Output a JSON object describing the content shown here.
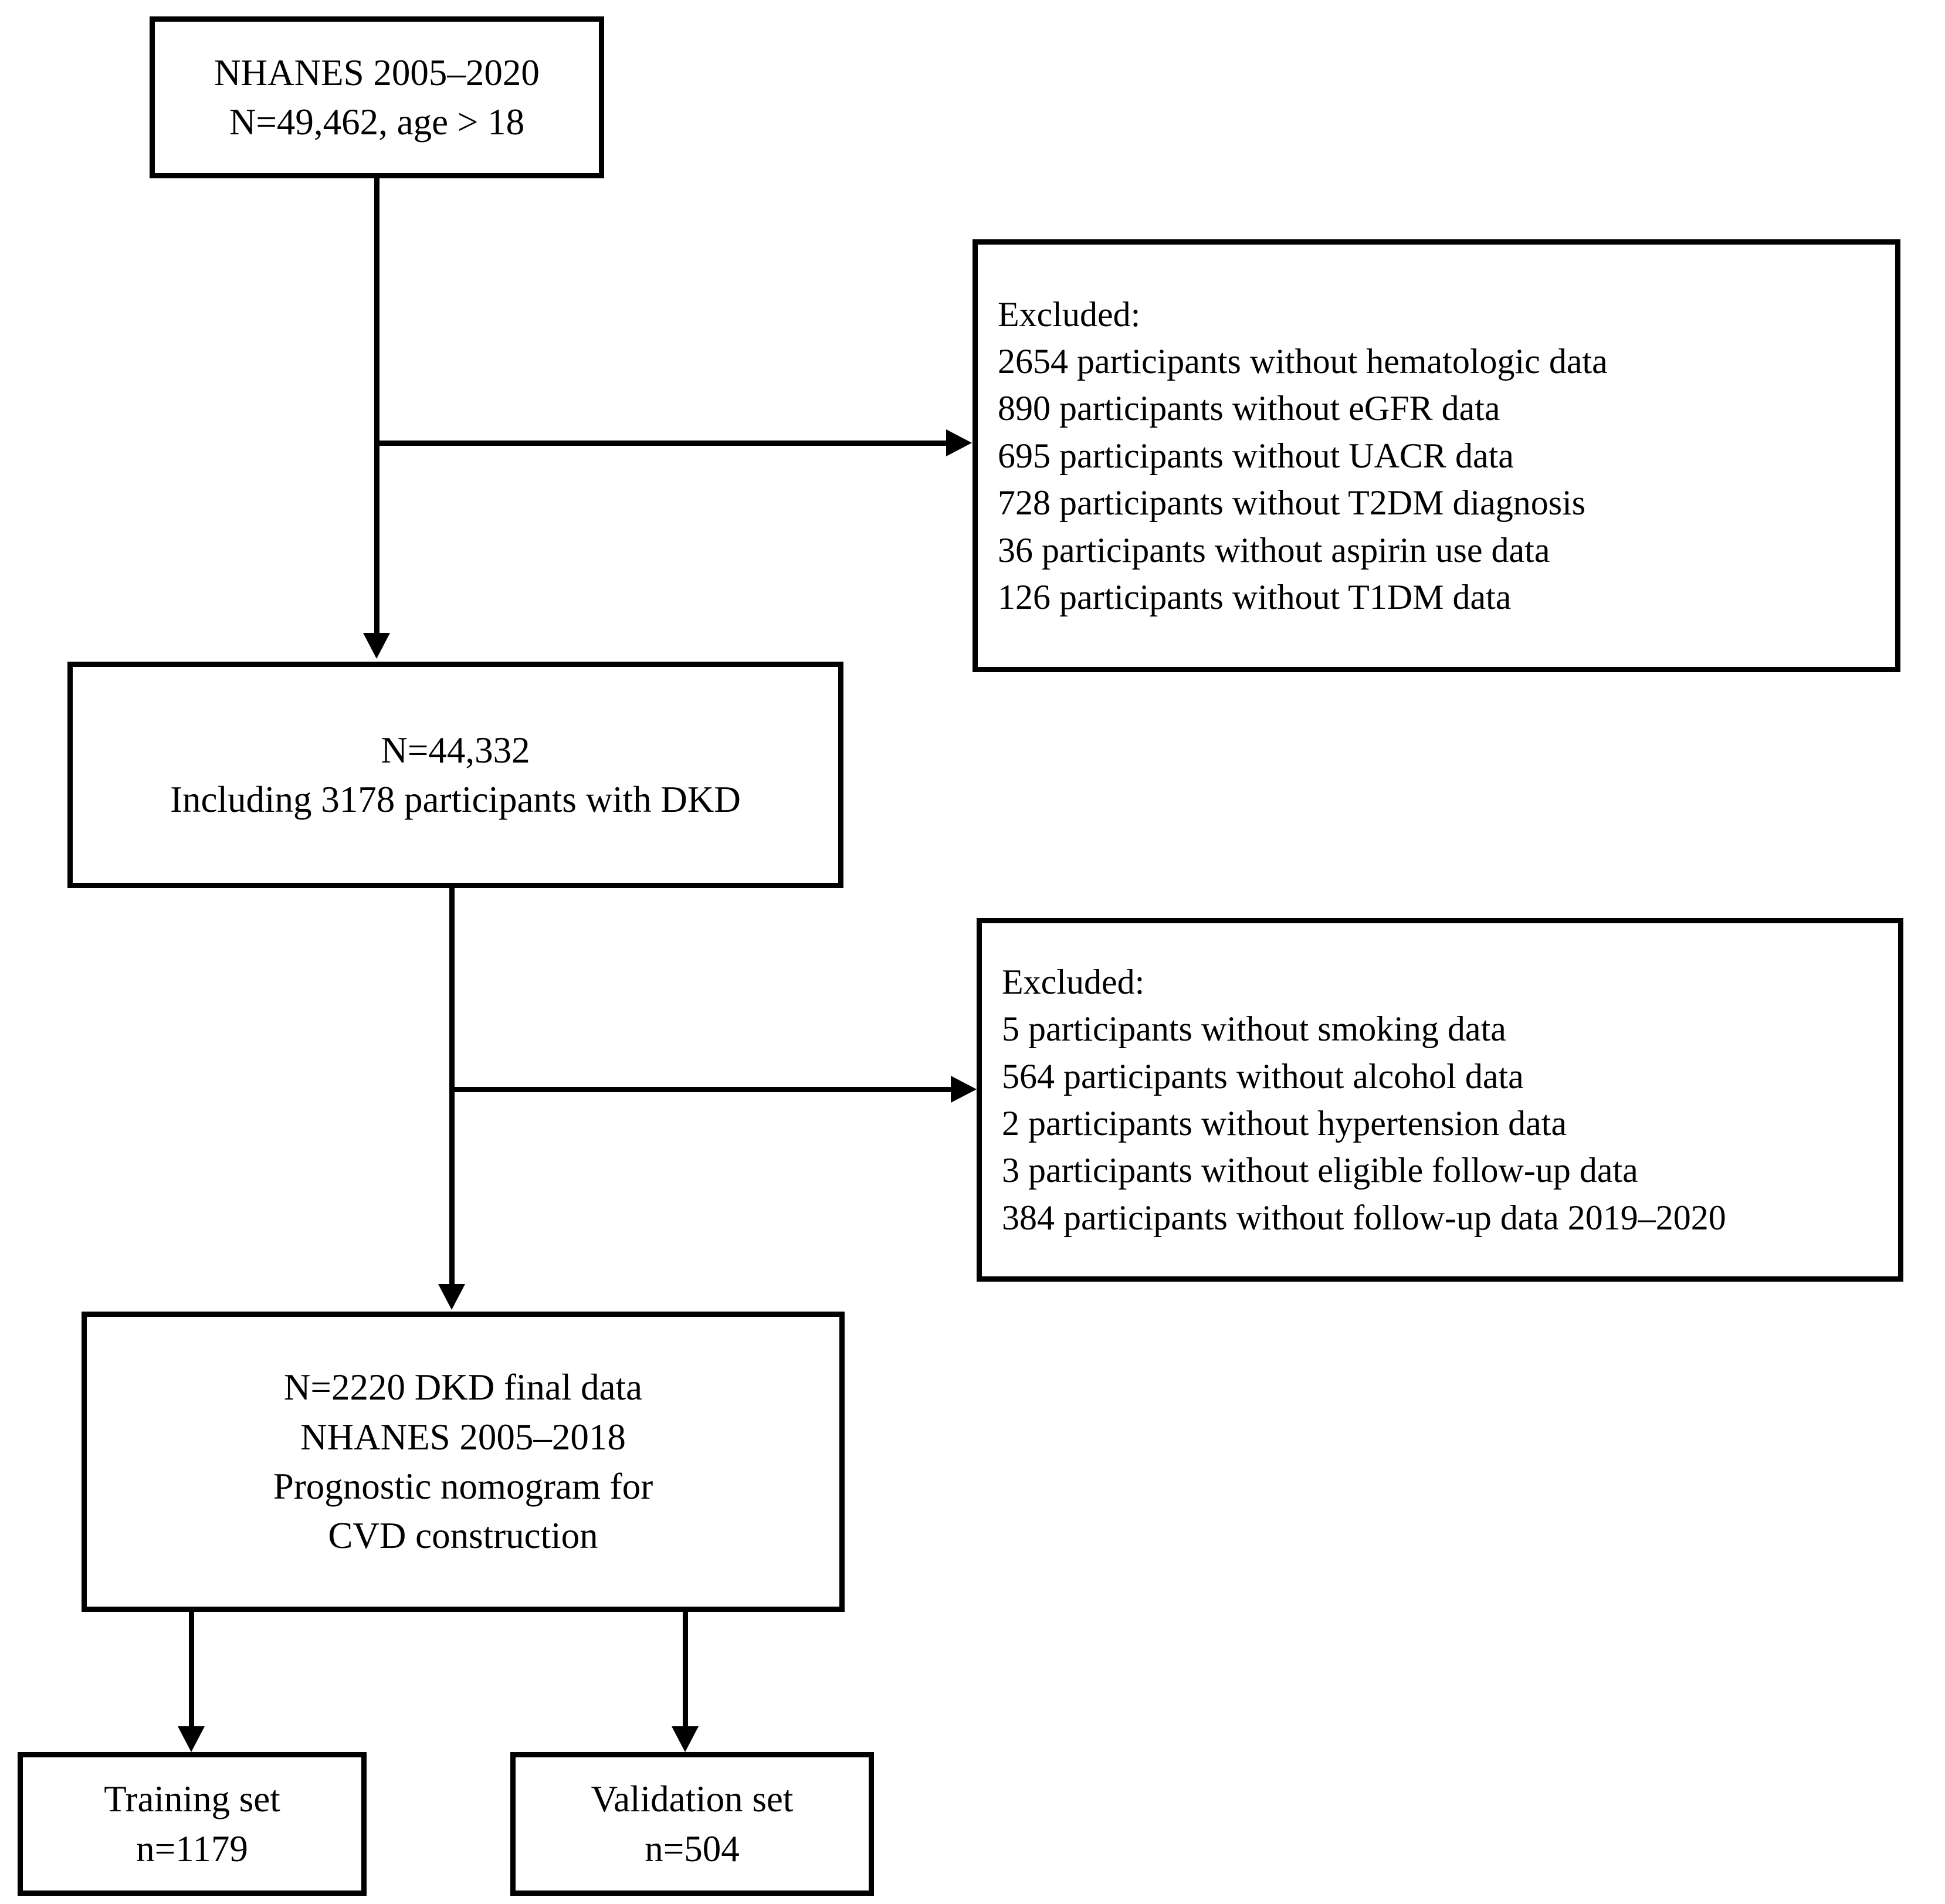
{
  "figure": {
    "type": "flowchart",
    "title": "NHANES DKD cohort selection flowchart",
    "background": "#ffffff",
    "stroke_color": "#000000"
  },
  "nodes": {
    "source_cohort": {
      "lines": [
        "NHANES 2005–2020",
        "N=49,462, age > 18"
      ]
    },
    "exclusion_1": {
      "heading": "Excluded:",
      "items": [
        "2654 participants without hematologic data",
        "890 participants without eGFR data",
        "695 participants without UACR data",
        "728 participants without T2DM diagnosis",
        "36 participants without aspirin use data",
        "126 participants without T1DM data"
      ]
    },
    "after_exclusion_1": {
      "lines": [
        "N=44,332",
        "Including 3178 participants with DKD"
      ]
    },
    "exclusion_2": {
      "heading": "Excluded:",
      "items": [
        "5 participants without smoking data",
        "564 participants without alcohol data",
        "2 participants without hypertension data",
        "3 participants without eligible follow-up data",
        "384 participants without follow-up data 2019–2020"
      ]
    },
    "final_cohort": {
      "lines": [
        "N=2220 DKD final data",
        "NHANES 2005–2018",
        "Prognostic nomogram for",
        "CVD construction"
      ]
    },
    "training_set": {
      "lines": [
        "Training set",
        "n=1179"
      ]
    },
    "validation_set": {
      "lines": [
        "Validation set",
        "n=504"
      ]
    }
  }
}
